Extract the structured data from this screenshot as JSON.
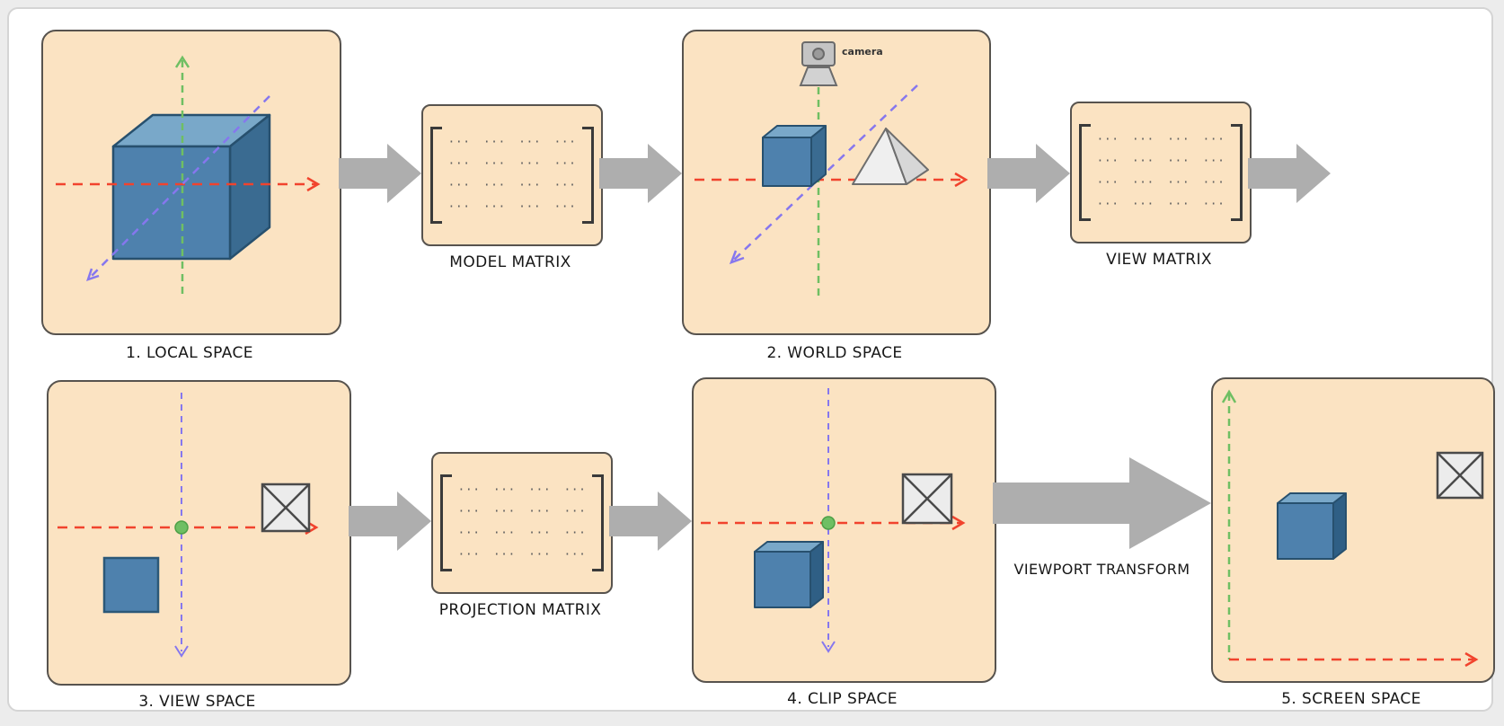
{
  "panels": {
    "local": {
      "label": "1. LOCAL SPACE"
    },
    "world": {
      "label": "2. WORLD SPACE",
      "camera_label": "camera"
    },
    "view": {
      "label": "3. VIEW SPACE"
    },
    "clip": {
      "label": "4. CLIP SPACE"
    },
    "screen": {
      "label": "5. SCREEN SPACE"
    }
  },
  "matrices": {
    "model": {
      "label": "MODEL MATRIX"
    },
    "view": {
      "label": "VIEW MATRIX"
    },
    "projection": {
      "label": "PROJECTION MATRIX"
    },
    "row": "··· ··· ··· ···"
  },
  "transform": {
    "label": "VIEWPORT TRANSFORM"
  },
  "colors": {
    "panel_bg": "#fbe3c2",
    "panel_border": "#57534e",
    "arrow_gray": "#aeaeae",
    "axis_x_red": "#f1432d",
    "axis_y_green": "#6fbf63",
    "axis_z_purple": "#8677ee",
    "cube_front": "#4e81ad",
    "cube_top": "#79a8c9",
    "cube_side": "#3a6b91"
  }
}
